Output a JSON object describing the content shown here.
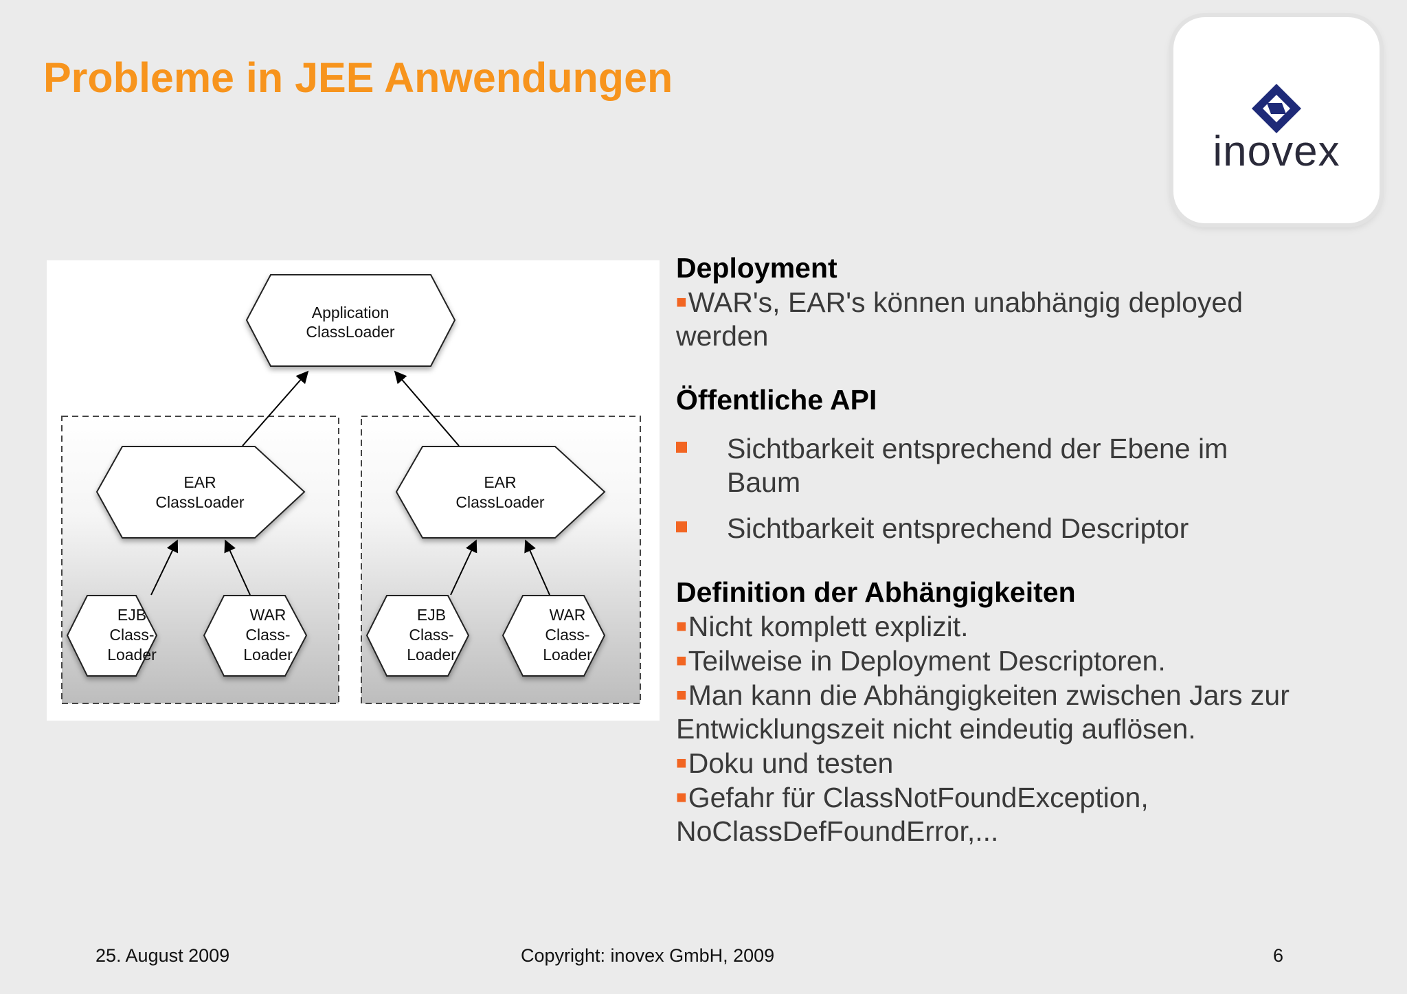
{
  "slide": {
    "title": "Probleme in JEE Anwendungen"
  },
  "logo": {
    "text": "inovex",
    "icon": "inovex-diamond-icon",
    "color": "#1e2a78"
  },
  "diagram": {
    "root": [
      "Application",
      "ClassLoader"
    ],
    "groups": [
      {
        "parent": [
          "EAR",
          "ClassLoader"
        ],
        "children": [
          [
            "EJB",
            "Class-",
            "Loader"
          ],
          [
            "WAR",
            "Class-",
            "Loader"
          ]
        ]
      },
      {
        "parent": [
          "EAR",
          "ClassLoader"
        ],
        "children": [
          [
            "EJB",
            "Class-",
            "Loader"
          ],
          [
            "WAR",
            "Class-",
            "Loader"
          ]
        ]
      }
    ]
  },
  "sections": {
    "deployment": {
      "heading": "Deployment",
      "line1": "WAR's, EAR's können unabhängig deployed",
      "line2": "werden"
    },
    "api": {
      "heading": "Öffentliche API",
      "item1_line1": "Sichtbarkeit entsprechend der Ebene im",
      "item1_line2": "Baum",
      "item2": "Sichtbarkeit entsprechend Descriptor"
    },
    "deps": {
      "heading": "Definition der Abhängigkeiten",
      "b1": "Nicht komplett explizit.",
      "b2": "Teilweise in Deployment Descriptoren.",
      "b3_line1": "Man kann die Abhängigkeiten zwischen Jars zur",
      "b3_line2": "Entwicklungszeit nicht eindeutig auflösen.",
      "b4": "Doku und testen",
      "b5_line1": "Gefahr für ClassNotFoundException,",
      "b5_line2": "NoClassDefFoundError,..."
    }
  },
  "footer": {
    "date": "25. August 2009",
    "copyright": "Copyright: inovex GmbH, 2009",
    "page": "6"
  },
  "colors": {
    "title": "#f7941d",
    "bullet": "#f26522",
    "background": "#ebebeb"
  }
}
